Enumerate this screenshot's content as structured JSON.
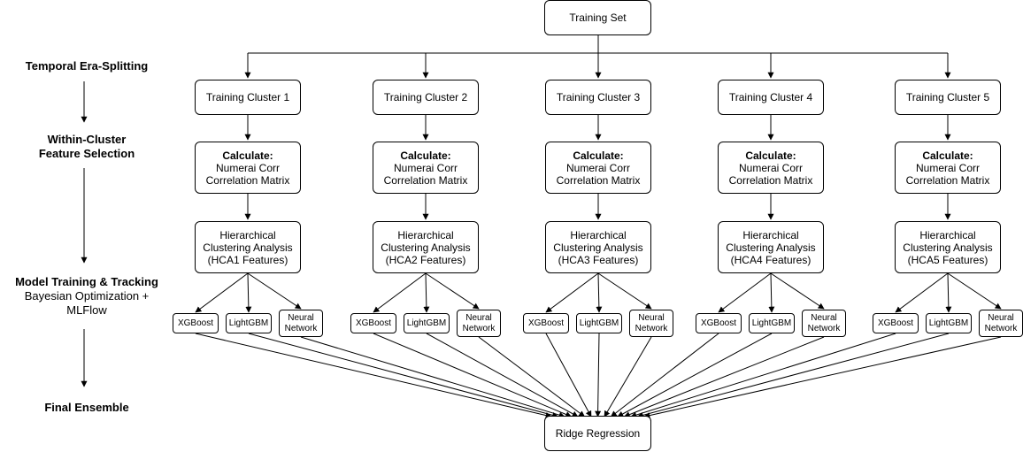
{
  "root": "Training Set",
  "sink": "Ridge Regression",
  "stages": {
    "era_split": "Temporal Era-Splitting",
    "feature_selection_1": "Within-Cluster",
    "feature_selection_2": "Feature Selection",
    "model_training": "Model Training & Tracking",
    "tracking_1": "Bayesian Optimization +",
    "tracking_2": "MLFlow",
    "ensemble": "Final Ensemble"
  },
  "clusters": [
    {
      "name": "Training Cluster 1",
      "calc_title": "Calculate:",
      "calc_line1": "Numerai Corr",
      "calc_line2": "Correlation Matrix",
      "hca_line1": "Hierarchical",
      "hca_line2": "Clustering Analysis",
      "hca_line3": "(HCA1 Features)",
      "models": [
        "XGBoost",
        "LightGBM",
        "Neural\nNetwork"
      ]
    },
    {
      "name": "Training Cluster 2",
      "calc_title": "Calculate:",
      "calc_line1": "Numerai Corr",
      "calc_line2": "Correlation Matrix",
      "hca_line1": "Hierarchical",
      "hca_line2": "Clustering Analysis",
      "hca_line3": "(HCA2 Features)",
      "models": [
        "XGBoost",
        "LightGBM",
        "Neural\nNetwork"
      ]
    },
    {
      "name": "Training Cluster 3",
      "calc_title": "Calculate:",
      "calc_line1": "Numerai Corr",
      "calc_line2": "Correlation Matrix",
      "hca_line1": "Hierarchical",
      "hca_line2": "Clustering Analysis",
      "hca_line3": "(HCA3 Features)",
      "models": [
        "XGBoost",
        "LightGBM",
        "Neural\nNetwork"
      ]
    },
    {
      "name": "Training Cluster 4",
      "calc_title": "Calculate:",
      "calc_line1": "Numerai Corr",
      "calc_line2": "Correlation Matrix",
      "hca_line1": "Hierarchical",
      "hca_line2": "Clustering Analysis",
      "hca_line3": "(HCA4 Features)",
      "models": [
        "XGBoost",
        "LightGBM",
        "Neural\nNetwork"
      ]
    },
    {
      "name": "Training Cluster 5",
      "calc_title": "Calculate:",
      "calc_line1": "Numerai Corr",
      "calc_line2": "Correlation Matrix",
      "hca_line1": "Hierarchical",
      "hca_line2": "Clustering Analysis",
      "hca_line3": "(HCA5 Features)",
      "models": [
        "XGBoost",
        "LightGBM",
        "Neural\nNetwork"
      ]
    }
  ],
  "colors": {
    "line": "#000000",
    "box_fill": "#ffffff"
  }
}
